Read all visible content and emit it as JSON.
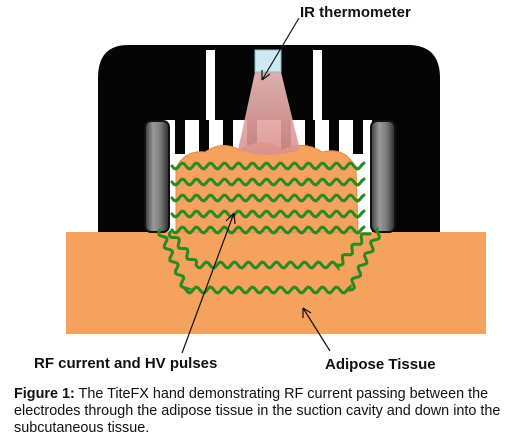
{
  "labels": {
    "ir_thermometer": "IR thermometer",
    "rf_current_hv": "RF current and HV pulses",
    "adipose_tissue": "Adipose Tissue"
  },
  "caption": {
    "figure_label": "Figure 1:",
    "text": "The TiteFX hand demonstrating RF current   passing between the electrodes through the adipose tissue in the suction cavity and down into the subcutaneous tissue."
  },
  "colors": {
    "handpiece": "#050505",
    "tissue": "#f5a25f",
    "tissue_edge": "#e0893f",
    "wave": "#2a8a1f",
    "ir_beam": "#e7a2a0",
    "ir_sensor": "#cfe9f4",
    "electrode": "#6b6b6b"
  },
  "icons": {
    "ir_sensor": "ir-sensor-icon",
    "electrode_left": "electrode-icon",
    "electrode_right": "electrode-icon"
  }
}
